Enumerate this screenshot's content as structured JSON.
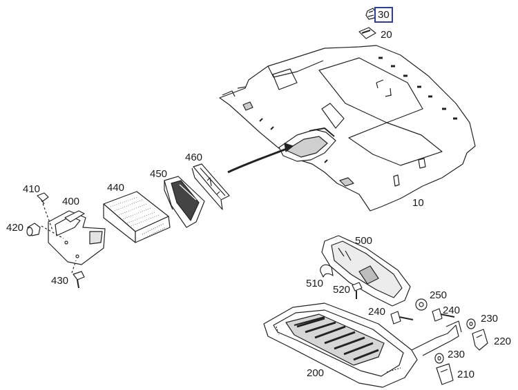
{
  "diagram": {
    "style": {
      "line_color": "#222222",
      "part_fill": "#ffffff",
      "shade_fill": "#d4d4d4",
      "highlight_border": "#2e3d96"
    },
    "parts": [
      {
        "id": "p30",
        "label": "30",
        "highlighted": true
      },
      {
        "id": "p20",
        "label": "20"
      },
      {
        "id": "p10",
        "label": "10"
      },
      {
        "id": "p460",
        "label": "460"
      },
      {
        "id": "p450",
        "label": "450"
      },
      {
        "id": "p440",
        "label": "440"
      },
      {
        "id": "p410",
        "label": "410"
      },
      {
        "id": "p400",
        "label": "400"
      },
      {
        "id": "p420",
        "label": "420"
      },
      {
        "id": "p430",
        "label": "430"
      },
      {
        "id": "p500",
        "label": "500"
      },
      {
        "id": "p510",
        "label": "510"
      },
      {
        "id": "p520",
        "label": "520"
      },
      {
        "id": "p250",
        "label": "250"
      },
      {
        "id": "p240a",
        "label": "240"
      },
      {
        "id": "p240b",
        "label": "240"
      },
      {
        "id": "p230a",
        "label": "230"
      },
      {
        "id": "p220",
        "label": "220"
      },
      {
        "id": "p230b",
        "label": "230"
      },
      {
        "id": "p210",
        "label": "210"
      },
      {
        "id": "p200",
        "label": "200"
      }
    ]
  }
}
